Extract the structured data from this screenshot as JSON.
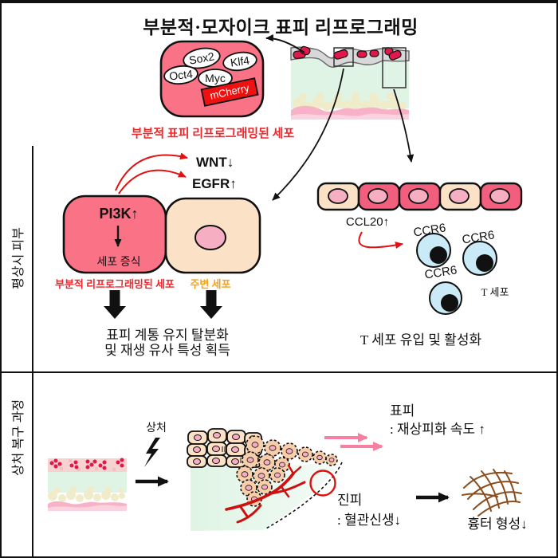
{
  "title": "부분적·모자이크 표피 리프로그래밍",
  "section1": {
    "factors": [
      "Sox2",
      "Klf4",
      "Oct4",
      "Myc"
    ],
    "reporter": "mCherry",
    "cell_caption": "부분적 표피 리프로그래밍된 세포"
  },
  "section2": {
    "sidebar": "평상시 피부",
    "wnt": "WNT↓",
    "egfr": "EGFR↑",
    "pi3k": "PI3K↑",
    "proliferation": "세포 증식",
    "reprogrammed_label": "부분적 리프로그래밍된 세포",
    "neighbor_label": "주변 세포",
    "outcome_line1": "표피 계통 유지 탈분화",
    "outcome_line2": "및 재생 유사 특성 획득",
    "ccl20": "CCL20↑",
    "ccr6": "CCR6",
    "tcell_label": "T 세포",
    "tcell_outcome": "T 세포 유입 및 활성화"
  },
  "section3": {
    "sidebar": "상처 복구 과정",
    "wound_label": "상처",
    "epidermis_title": "표피",
    "epidermis_effect": ": 재상피화 속도 ↑",
    "dermis_title": "진피",
    "dermis_effect": ": 혈관신생↓",
    "scar_label": "흉터 형성↓"
  },
  "colors": {
    "pink-cell": "#F97286",
    "pink-deep": "#F25E7E",
    "peach": "#FBE2C7",
    "peach-deep": "#F8CDA9",
    "nucleus": "#F6AFC2",
    "t-blue": "#C9EAF6",
    "dermis-green": "#DFF4E4",
    "epi-gray": "#D8D8D8",
    "crimson": "#E2174B",
    "fat": "#F0ECCA",
    "wavy-pink": "#F8B2C8",
    "wavy-pink-light": "#FBD2DE",
    "band-pink": "#F6D3D0",
    "mcherry-red": "#EE1111",
    "arrow-red": "#E01111",
    "arrow-pink": "#F97FA2",
    "vessel-red": "#CC1111",
    "scar-brown": "#8A4D1E",
    "label-red": "#F0262B",
    "label-orange": "#F7A21B"
  }
}
